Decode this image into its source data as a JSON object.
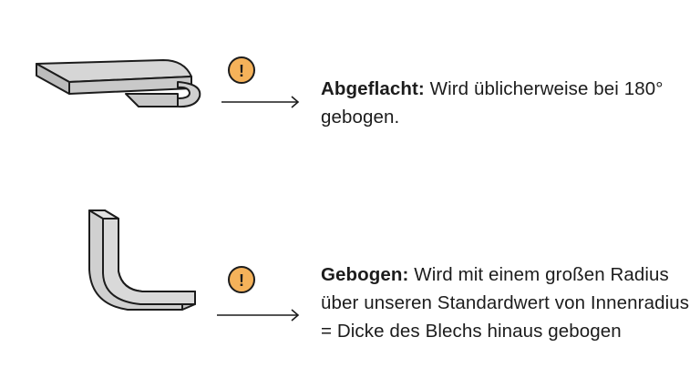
{
  "colors": {
    "warning_fill": "#f5b25a",
    "warning_stroke": "#1c1c1c",
    "metal_top": "#d4d4d4",
    "metal_side": "#bdbdbd",
    "outline": "#1c1c1c"
  },
  "items": [
    {
      "illustration": "flattened-hem",
      "icon": "exclamation-icon",
      "label_term": "Abgeflacht:",
      "label_text": " Wird üblicherweise bei 180° gebogen."
    },
    {
      "illustration": "radius-bend",
      "icon": "exclamation-icon",
      "label_term": "Gebogen:",
      "label_text": " Wird mit einem großen Radius über unseren Standardwert von Innenradius = Dicke des Blechs hinaus gebogen"
    }
  ],
  "warning_glyph": "!"
}
